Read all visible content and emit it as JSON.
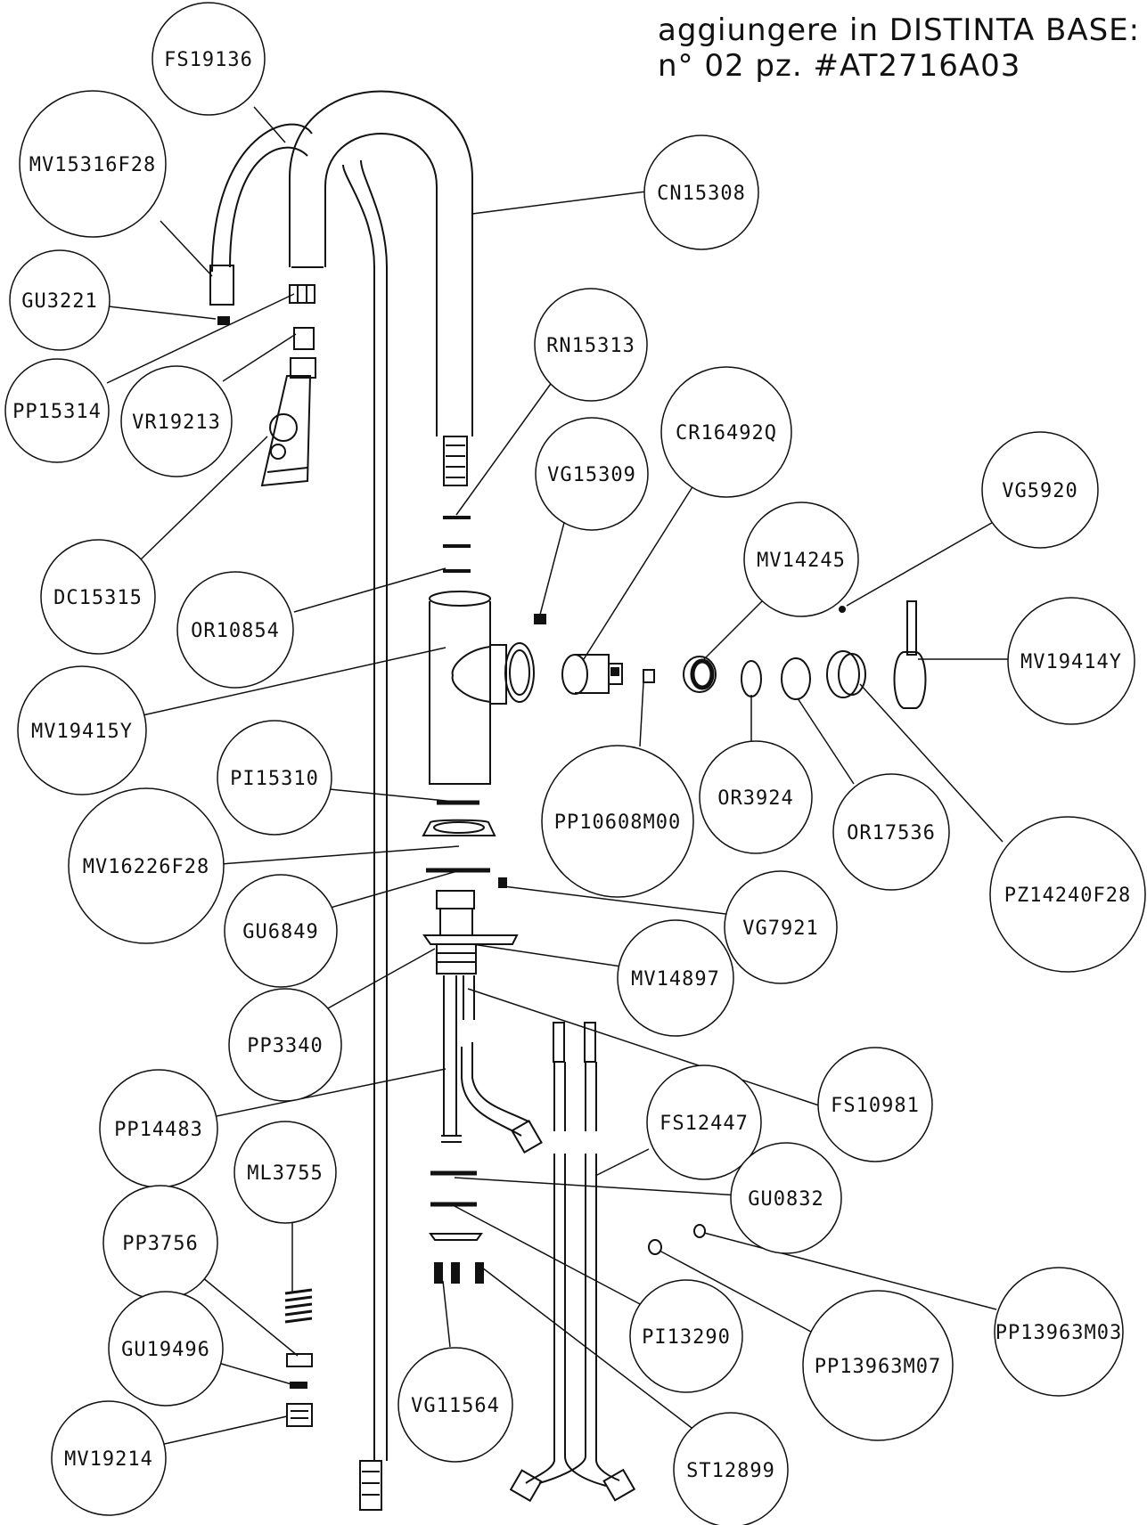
{
  "note": {
    "line1": "aggiungere in DISTINTA BASE:",
    "line2": "n° 02 pz. #AT2716A03"
  },
  "callouts": [
    {
      "id": "FS19136",
      "label": "FS19136"
    },
    {
      "id": "MV15316F28",
      "label": "MV15316F28"
    },
    {
      "id": "GU3221",
      "label": "GU3221"
    },
    {
      "id": "PP15314",
      "label": "PP15314"
    },
    {
      "id": "VR19213",
      "label": "VR19213"
    },
    {
      "id": "DC15315",
      "label": "DC15315"
    },
    {
      "id": "CN15308",
      "label": "CN15308"
    },
    {
      "id": "RN15313",
      "label": "RN15313"
    },
    {
      "id": "VG15309",
      "label": "VG15309"
    },
    {
      "id": "CR16492Q",
      "label": "CR16492Q"
    },
    {
      "id": "VG5920",
      "label": "VG5920"
    },
    {
      "id": "MV14245",
      "label": "MV14245"
    },
    {
      "id": "OR10854",
      "label": "OR10854"
    },
    {
      "id": "MV19414Y",
      "label": "MV19414Y"
    },
    {
      "id": "MV19415Y",
      "label": "MV19415Y"
    },
    {
      "id": "PI15310",
      "label": "PI15310"
    },
    {
      "id": "OR3924",
      "label": "OR3924"
    },
    {
      "id": "PP10608M00",
      "label": "PP10608M00"
    },
    {
      "id": "OR17536",
      "label": "OR17536"
    },
    {
      "id": "PZ14240F28",
      "label": "PZ14240F28"
    },
    {
      "id": "MV16226F28",
      "label": "MV16226F28"
    },
    {
      "id": "GU6849",
      "label": "GU6849"
    },
    {
      "id": "VG7921",
      "label": "VG7921"
    },
    {
      "id": "MV14897",
      "label": "MV14897"
    },
    {
      "id": "PP3340",
      "label": "PP3340"
    },
    {
      "id": "FS10981",
      "label": "FS10981"
    },
    {
      "id": "PP14483",
      "label": "PP14483"
    },
    {
      "id": "FS12447",
      "label": "FS12447"
    },
    {
      "id": "ML3755",
      "label": "ML3755"
    },
    {
      "id": "GU0832",
      "label": "GU0832"
    },
    {
      "id": "PP3756",
      "label": "PP3756"
    },
    {
      "id": "PI13290",
      "label": "PI13290"
    },
    {
      "id": "PP13963M03",
      "label": "PP13963M03"
    },
    {
      "id": "PP13963M07",
      "label": "PP13963M07"
    },
    {
      "id": "GU19496",
      "label": "GU19496"
    },
    {
      "id": "VG11564",
      "label": "VG11564"
    },
    {
      "id": "MV19214",
      "label": "MV19214"
    },
    {
      "id": "ST12899",
      "label": "ST12899"
    }
  ]
}
